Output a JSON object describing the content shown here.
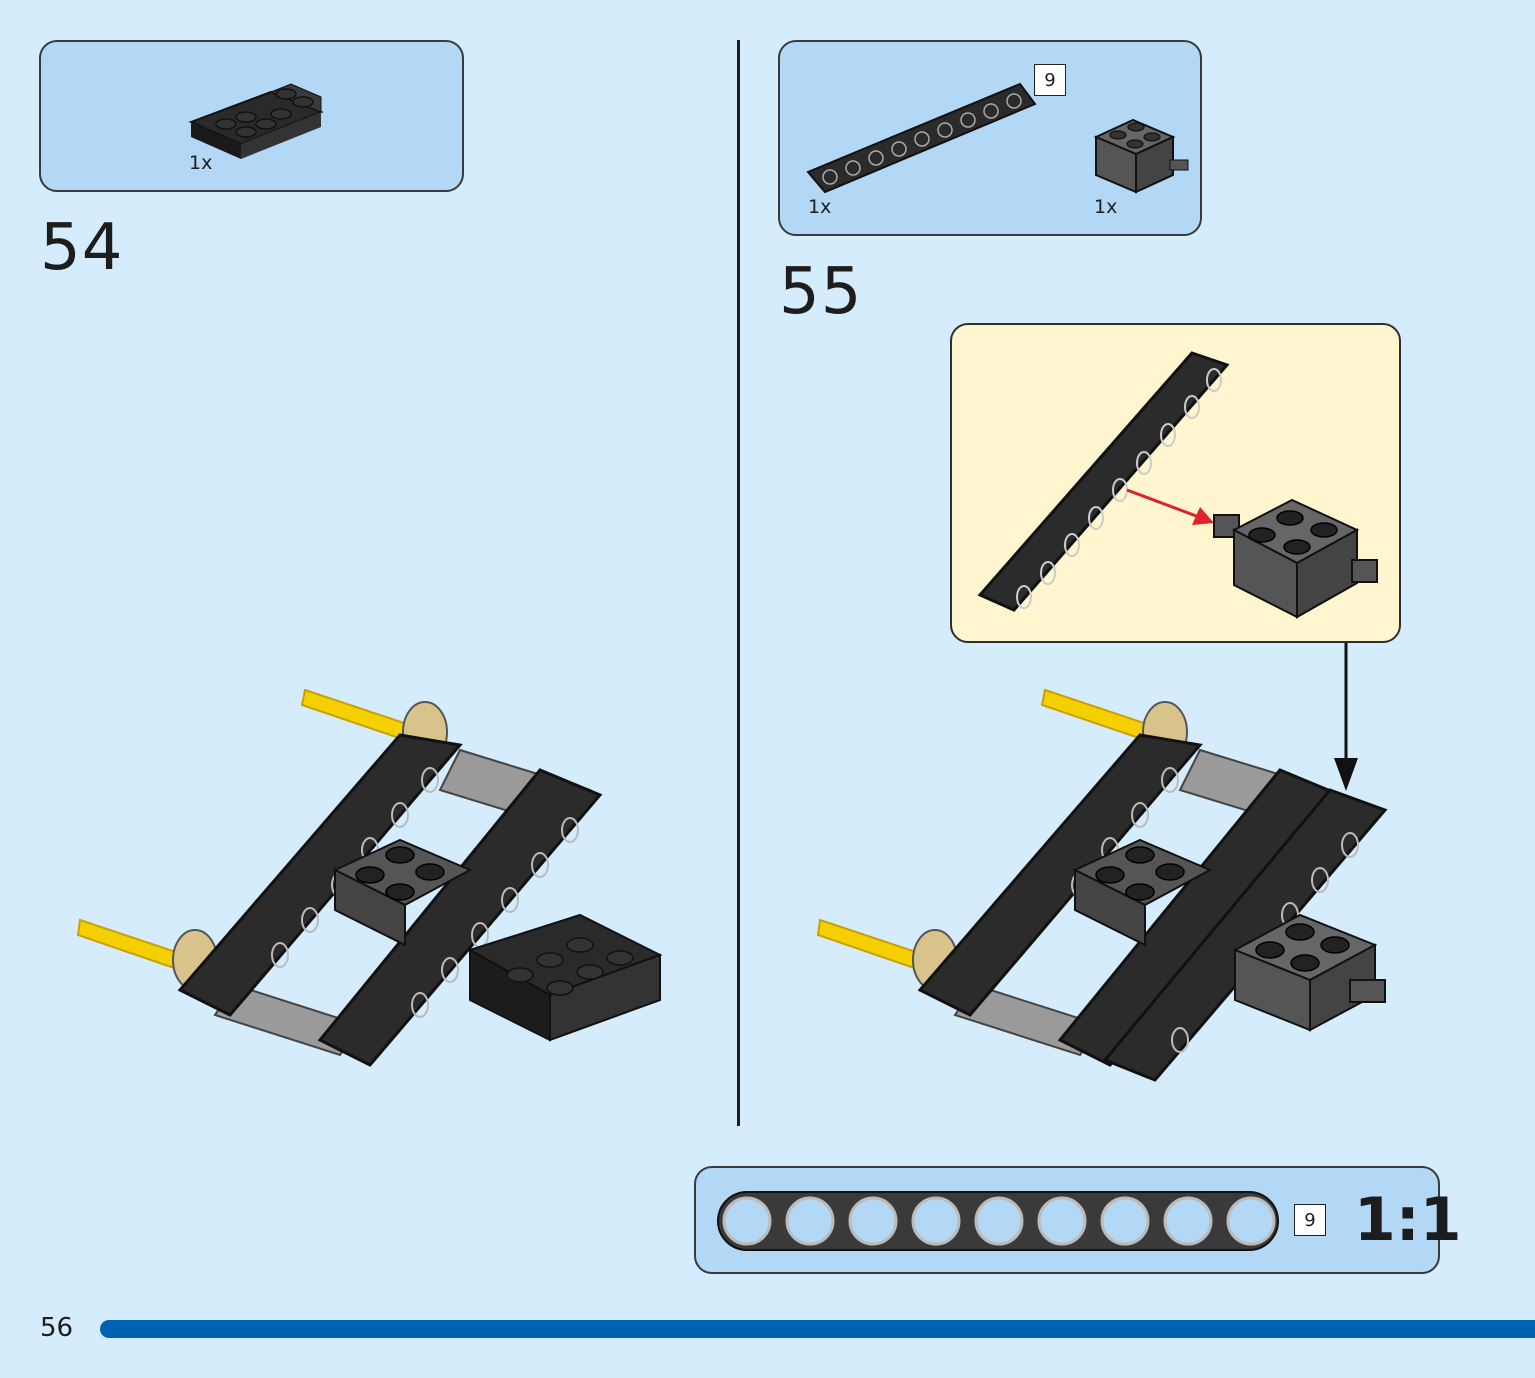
{
  "page": {
    "number": "56",
    "accent_color": "#0062b0",
    "background": "#d4ecfc"
  },
  "steps": [
    {
      "number": "54",
      "parts": [
        {
          "name": "plate-with-bar-handles",
          "color": "black",
          "quantity": "1x"
        }
      ]
    },
    {
      "number": "55",
      "parts": [
        {
          "name": "technic-beam",
          "color": "black",
          "length_badge": "9",
          "quantity": "1x"
        },
        {
          "name": "technic-brick-with-pins",
          "color": "dark-bluish-gray",
          "quantity": "1x"
        }
      ],
      "callout": {
        "background": "#fff5cf",
        "arrow_color": "#e0202a"
      }
    }
  ],
  "scale_guide": {
    "length_badge": "9",
    "ratio": "1:1",
    "holes": 9
  }
}
